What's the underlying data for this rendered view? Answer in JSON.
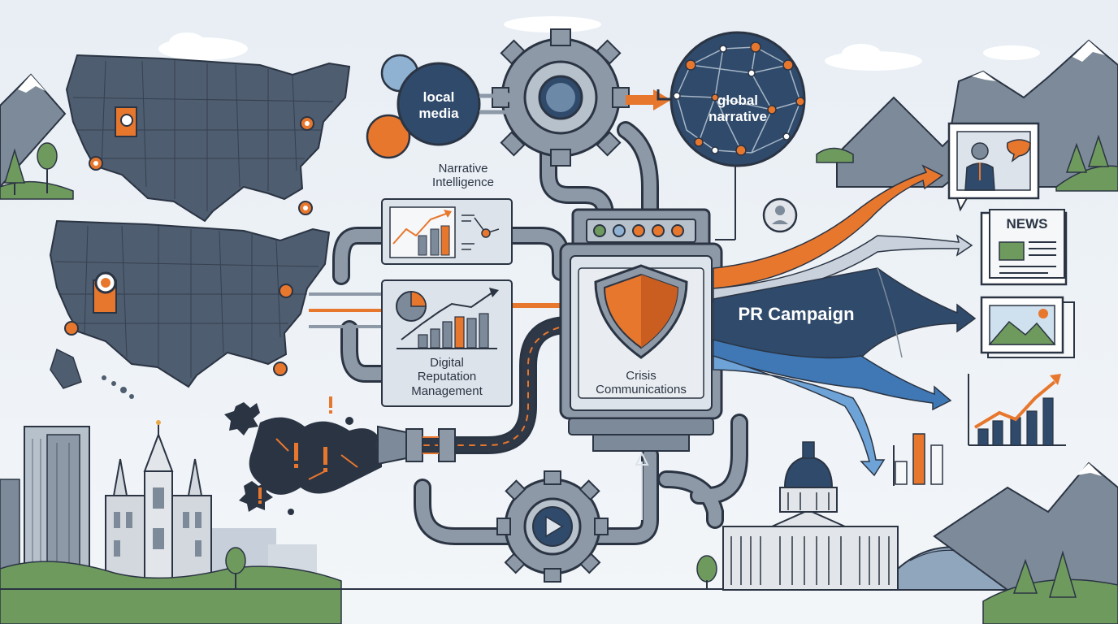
{
  "labels": {
    "local_media": [
      "local",
      "media"
    ],
    "global_narrative": [
      "global",
      "narrative"
    ],
    "narrative_intelligence": [
      "Narrative",
      "Intelligence"
    ],
    "digital_reputation": [
      "Digital",
      "Reputation",
      "Management"
    ],
    "crisis_communications": [
      "Crisis",
      "Communications"
    ],
    "pr_campaign": "PR Campaign",
    "news": "NEWS"
  },
  "colors": {
    "background": "#eef2f6",
    "navy": "#2f4a6b",
    "slate": "#4e5d70",
    "steel": "#7d8a99",
    "orange": "#e8772e",
    "outline": "#2b3443",
    "green": "#6f9a5e",
    "blue": "#3f78b5"
  },
  "icons": [
    "us-map-icon",
    "gear-icon",
    "play-icon",
    "shield-icon",
    "network-globe-icon",
    "person-icon",
    "newspaper-icon",
    "landscape-photo-icon",
    "growth-chart-icon",
    "bar-chart-icon",
    "capitol-building-icon",
    "temple-icon",
    "mountain-icon",
    "tree-icon",
    "alert-icon"
  ]
}
